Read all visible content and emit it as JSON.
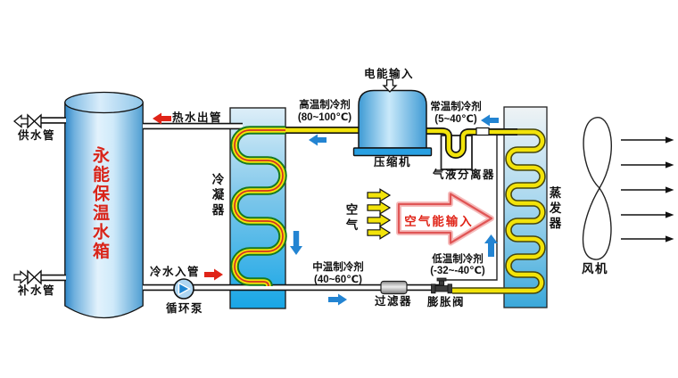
{
  "water_loop": {
    "tank_label": "永能保温水箱",
    "supply_pipe": "供水管",
    "makeup_pipe": "补水管",
    "hot_water_out": "热水出管",
    "cold_water_in": "冷水入管",
    "pump": "循环泵"
  },
  "components": {
    "condenser": "冷凝器",
    "compressor": "压缩机",
    "separator": "气液分离器",
    "evaporator": "蒸发器",
    "filter": "过滤器",
    "expansion_valve": "膨胀阀",
    "fan": "风机"
  },
  "refrigerant_states": {
    "high_temp": {
      "label": "高温制冷剂",
      "range": "(80~100℃)"
    },
    "normal_temp": {
      "label": "常温制冷剂",
      "range": "(5~40℃)"
    },
    "mid_temp": {
      "label": "中温制冷剂",
      "range": "(40~60℃)"
    },
    "low_temp": {
      "label": "低温制冷剂",
      "range": "(-32~-40℃)"
    }
  },
  "energy": {
    "electric_input": "电能输入",
    "air": "空气",
    "air_energy_input": "空气能输入"
  },
  "colors": {
    "refrigerant_yellow": "#f2e30a",
    "coil_outline_green": "#177a1f",
    "hot_red": "#e02418",
    "flow_blue": "#2384d2",
    "vessel_blue": "#28a0e2"
  }
}
